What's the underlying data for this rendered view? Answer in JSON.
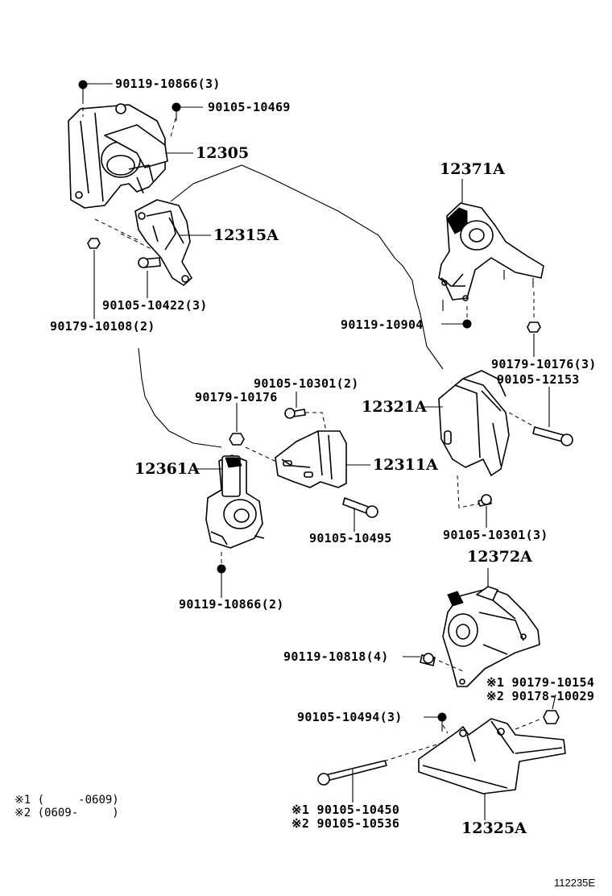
{
  "parts": {
    "p12305": "12305",
    "p12315a": "12315A",
    "p12371a": "12371A",
    "p12321a": "12321A",
    "p12311a": "12311A",
    "p12361a": "12361A",
    "p12372a": "12372A",
    "p12325a": "12325A"
  },
  "fasteners": {
    "f90119_10866_3": "90119-10866(3)",
    "f90105_10469": "90105-10469",
    "f90105_10422_3": "90105-10422(3)",
    "f90179_10108_2": "90179-10108(2)",
    "f90119_10904": "90119-10904",
    "f90179_10176_3": "90179-10176(3)",
    "f90105_12153": "90105-12153",
    "f90105_10301_2": "90105-10301(2)",
    "f90179_10176": "90179-10176",
    "f90105_10495": "90105-10495",
    "f90105_10301_3": "90105-10301(3)",
    "f90119_10866_2": "90119-10866(2)",
    "f90119_10818_4": "90119-10818(4)",
    "f90179_10154": "※1 90179-10154",
    "f90178_10029": "※2 90178-10029",
    "f90105_10494_3": "90105-10494(3)",
    "f90105_10450": "※1 90105-10450",
    "f90105_10536": "※2 90105-10536"
  },
  "notes": {
    "n1": "※1 (     -0609)",
    "n2": "※2 (0609-     )"
  },
  "drawing_code": "112235E"
}
